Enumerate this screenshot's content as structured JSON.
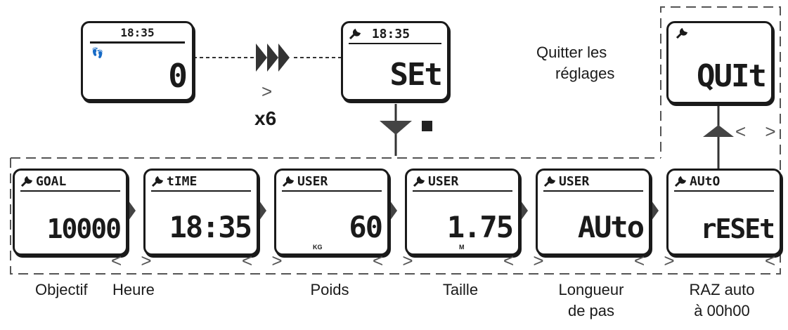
{
  "top_screen": {
    "time": "18:35",
    "value": "0"
  },
  "arrow_label": ">",
  "repeat_label": "x6",
  "set_screen": {
    "time": "18:35",
    "value": "SEt"
  },
  "quit_label_line1": "Quitter les",
  "quit_label_line2": "réglages",
  "quit_screen": {
    "value": "QUIt"
  },
  "nav_symbols": "< >",
  "screens": [
    {
      "header": "GOAL",
      "value": "10000",
      "unit": "",
      "caption1": "Objectif",
      "caption2": ""
    },
    {
      "header": "tIME",
      "value": "18:35",
      "unit": "",
      "caption1": "Heure",
      "caption2": ""
    },
    {
      "header": "USER",
      "value": "60",
      "unit": "KG",
      "caption1": "Poids",
      "caption2": ""
    },
    {
      "header": "USER",
      "value": "1.75",
      "unit": "M",
      "caption1": "Taille",
      "caption2": ""
    },
    {
      "header": "USER",
      "value": "AUto",
      "unit": "",
      "caption1": "Longueur",
      "caption2": "de pas"
    },
    {
      "header": "AUtO",
      "value": "rESEt",
      "unit": "",
      "caption1": "RAZ auto",
      "caption2": "à 00h00"
    }
  ]
}
